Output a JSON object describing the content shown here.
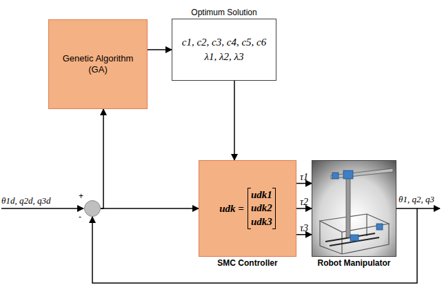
{
  "diagram": {
    "nodes": [
      {
        "text": [
          "Genetic Algorithm (GA)"
        ]
      },
      {
        "text": [
          "Optimum Solution",
          "c1, c2, c3, c4, c5, c6 λ1, λ2, λ3"
        ]
      },
      {
        "text": [
          "+",
          "-"
        ]
      },
      {
        "text": [
          "SMC Controller",
          "udk =",
          "udk1",
          "udk2",
          "udk3"
        ]
      },
      {
        "text": [
          "Robot Manipulator"
        ]
      }
    ],
    "edges": [
      {
        "from": 0,
        "to": 1,
        "arrow": "to"
      },
      {
        "from": 2,
        "to": 0,
        "arrow": "to"
      },
      {
        "from": 2,
        "to": 3,
        "arrow": "to"
      },
      {
        "from": 1,
        "to": 3,
        "arrow": "to"
      },
      {
        "from": 3,
        "to": 4,
        "label": "τ1",
        "arrow": "to"
      },
      {
        "from": 3,
        "to": 4,
        "label": "τ2",
        "arrow": "to"
      },
      {
        "from": 3,
        "to": 4,
        "label": "τ3",
        "arrow": "to"
      },
      {
        "from": 4,
        "to": 2,
        "arrow": "to"
      }
    ],
    "labels": [
      "θ1d, q2d, q3d",
      "θ1, q2, q3"
    ]
  }
}
